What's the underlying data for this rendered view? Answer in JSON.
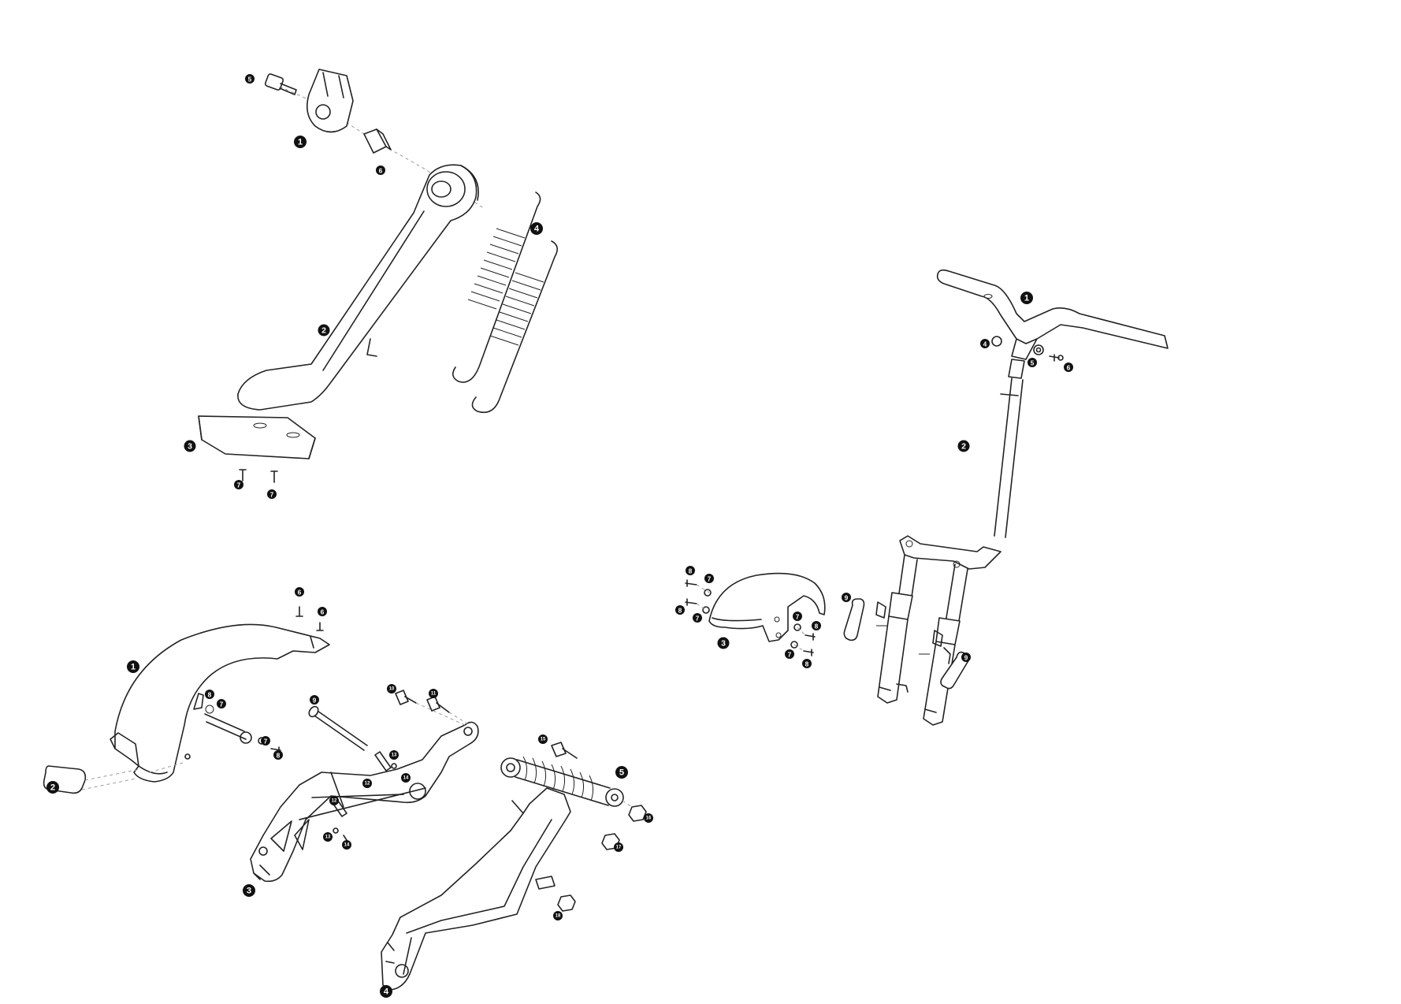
{
  "colors": {
    "line": "#222222",
    "badge": "#111111",
    "badge_text": "#ffffff",
    "guide": "#9a9a9a"
  },
  "diagrams": [
    {
      "id": "kickstand-assembly",
      "callouts": [
        "1",
        "2",
        "3",
        "4",
        "5",
        "6",
        "7",
        "7"
      ]
    },
    {
      "id": "steering-assembly",
      "callouts": [
        "1",
        "2",
        "3",
        "4",
        "5",
        "6",
        "7",
        "7",
        "7",
        "7",
        "8",
        "8",
        "8",
        "8",
        "9",
        "9"
      ]
    },
    {
      "id": "rear-suspension-assembly",
      "callouts": [
        "1",
        "2",
        "3",
        "4",
        "5",
        "6",
        "6",
        "7",
        "7",
        "8",
        "8",
        "9",
        "10",
        "11",
        "12",
        "12",
        "13",
        "13",
        "14",
        "14",
        "15",
        "16",
        "17",
        "18"
      ]
    }
  ]
}
